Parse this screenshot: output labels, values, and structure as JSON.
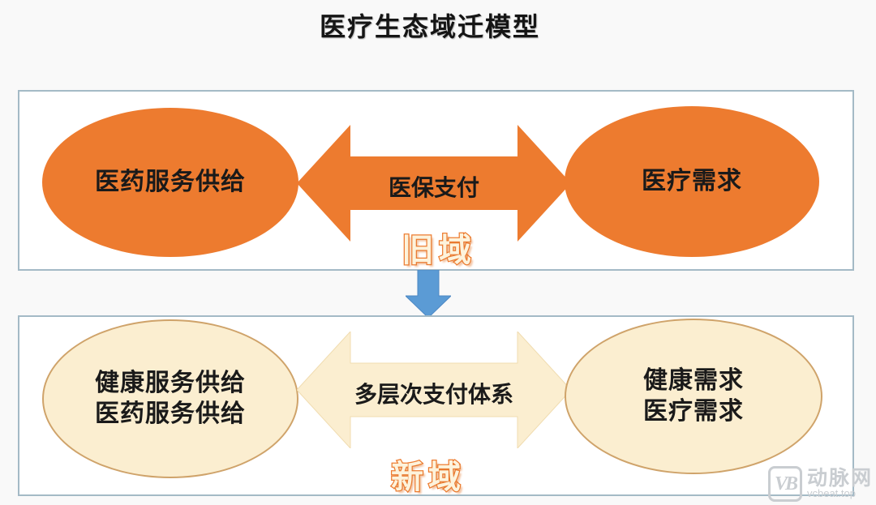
{
  "title": "医疗生态域迁模型",
  "old_domain": {
    "label": "旧域",
    "supply": "医药服务供给",
    "payment": "医保支付",
    "demand": "医疗需求"
  },
  "new_domain": {
    "label": "新域",
    "supply_line1": "健康服务供给",
    "supply_line2": "医药服务供给",
    "payment": "多层次支付体系",
    "demand_line1": "健康需求",
    "demand_line2": "医疗需求"
  },
  "watermark": {
    "logo": "VB",
    "name": "动脉网",
    "url": "vcbeat.top"
  },
  "colors": {
    "orange": "#ED7B2F",
    "cream_fill": "#FBEED0",
    "cream_border": "#CFA36A",
    "blue_arrow": "#5B9BD5",
    "box_border": "#A4BAC6",
    "text_black": "#1A1A1A",
    "watermark_gray": "#C9CDD1"
  }
}
